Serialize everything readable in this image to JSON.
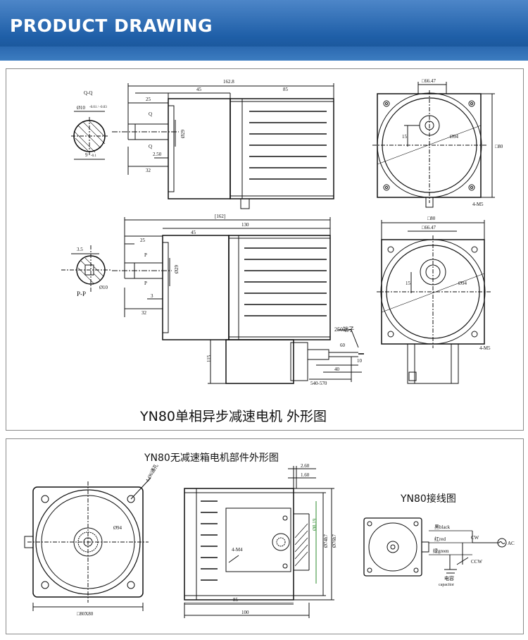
{
  "banner": {
    "title": "PRODUCT DRAWING"
  },
  "top_panel": {
    "caption": "YN80单相异步减速电机 外形图",
    "section_qq": "Q-Q",
    "section_pp": "P-P",
    "dims": {
      "d162_8": "162.8",
      "d45": "45",
      "d85": "85",
      "d25": "25",
      "d2_50": "2.50",
      "d32": "32",
      "d29": "Ø29",
      "dQ": "Q",
      "d10": "Ø10",
      "d10tol": "-0.01 / -0.03",
      "d9": "9",
      "d9tol": "-0.1",
      "d66_47": "□66.47",
      "d80": "□80",
      "d15": "15",
      "d94": "Ø94",
      "dM5": "4-M5",
      "d162": "[162]",
      "d130": "130",
      "d45b": "45",
      "d25b": "25",
      "dP": "P",
      "d3": "3",
      "d32b": "32",
      "d115": "115",
      "d60": "60",
      "d40": "40",
      "d10b": "10",
      "d540": "540-570",
      "terminal": "250端子",
      "d80b": "□80",
      "d66_47b": "□66.47",
      "d15b": "15",
      "d94b": "Ø94",
      "dM5b": "4-M5",
      "d3_5": "3.5",
      "d10c": "Ø10"
    }
  },
  "bottom_panel": {
    "title_motor": "YN80无减速箱电机部件外形图",
    "title_wiring": "YN80接线图",
    "dims": {
      "holes": "4-Ø6通孔",
      "d94": "Ø94",
      "d80x80": "□80X80",
      "d2_60": "2.60",
      "d1_60": "1.60",
      "d8_19": "Ø8.19",
      "d74": "Ø74h7",
      "d76": "Ø76h7",
      "m4": "4-M4",
      "d85": "85",
      "d100": "100"
    },
    "wiring": {
      "black": "黑black",
      "red": "红red",
      "green": "绿green",
      "cw": "CW",
      "ccw": "CCW",
      "ac": "AC",
      "cap_cn": "电容",
      "cap_en": "capacitor"
    }
  },
  "colors": {
    "banner": "#1f5fa8",
    "line": "#111111",
    "green_dim": "#2e8b2e"
  }
}
